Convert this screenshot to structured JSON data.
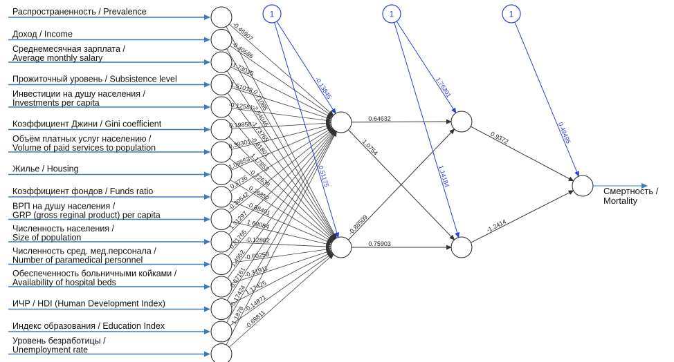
{
  "inputs": [
    {
      "lines": [
        "Распространенность / Prevalence"
      ],
      "w1": "-0.46907",
      "w2": ""
    },
    {
      "lines": [
        "Доход / Income"
      ],
      "w1": "-0.40586",
      "w2": "0.71085"
    },
    {
      "lines": [
        "Среднемесячная зарплата /",
        "Average monthly salary"
      ],
      "w1": "-1.73035",
      "w2": "-2.54046"
    },
    {
      "lines": [
        "Прожиточный уровень / Subsistence level"
      ],
      "w1": "1.51038",
      "w2": "-1.73765"
    },
    {
      "lines": [
        "Инвестиции на душу населения /",
        "Investments per capita"
      ],
      "w1": "-0.12581",
      "w2": "-0.81801"
    },
    {
      "lines": [
        "Коэффициент Джини / Gini coefficient"
      ],
      "w1": "0.19858",
      "w2": "1.17853"
    },
    {
      "lines": [
        "Объём платных услуг населению /",
        "Volume of paid services to population"
      ],
      "w1": "0.39301",
      "w2": "-0.72639"
    },
    {
      "lines": [
        "Жилье / Housing"
      ],
      "w1": "1.09853",
      "w2": "0.36852"
    },
    {
      "lines": [
        "Коэффициент фондов / Funds ratio"
      ],
      "w1": "0.3736",
      "w2": "-0.88401"
    },
    {
      "lines": [
        "ВРП на душу населения /",
        "GRP (gross reginal product) per capita"
      ],
      "w1": "-0.30542",
      "w2": "1.68084"
    },
    {
      "lines": [
        "Численность населения /",
        "Size of population"
      ],
      "w1": "1.31297",
      "w2": "-0.12882"
    },
    {
      "lines": [
        "Численность сред. мед.персонала /",
        "Number of paramedical personnel"
      ],
      "w1": "0.81765",
      "w2": "-0.60258"
    },
    {
      "lines": [
        "Обеспеченность больничными койками /",
        "Availability of hospital beds"
      ],
      "w1": "1.4952",
      "w2": "-0.31911"
    },
    {
      "lines": [
        "ИЧР / HDI (Human Development Index)"
      ],
      "w1": "0.67161",
      "w2": "1.17425"
    },
    {
      "lines": [
        "Индекс образования / Education Index"
      ],
      "w1": "-0.17424",
      "w2": "-0.14871"
    },
    {
      "lines": [
        "Уровень безработицы /",
        "Unemployment rate"
      ],
      "w1": "1.1878",
      "w2": "-0.69811"
    }
  ],
  "hidden1": [
    {
      "b": "-0.13845",
      "to": [
        "0.64632",
        "1.0754"
      ]
    },
    {
      "b": "0.51175",
      "to": [
        "-0.88509",
        "0.75903"
      ]
    }
  ],
  "hidden2": [
    {
      "b": "1.76301",
      "out": "0.9372"
    },
    {
      "b": "1.14184",
      "out": "-1.2414"
    }
  ],
  "output": {
    "b": "0.49495",
    "lines": [
      "Смертность /",
      "Mortality"
    ]
  },
  "bias_label": "1",
  "colors": {
    "arrow": "#3a7bbf",
    "bias": "#2a3fd6",
    "edge": "#333333",
    "node": "#222222"
  }
}
